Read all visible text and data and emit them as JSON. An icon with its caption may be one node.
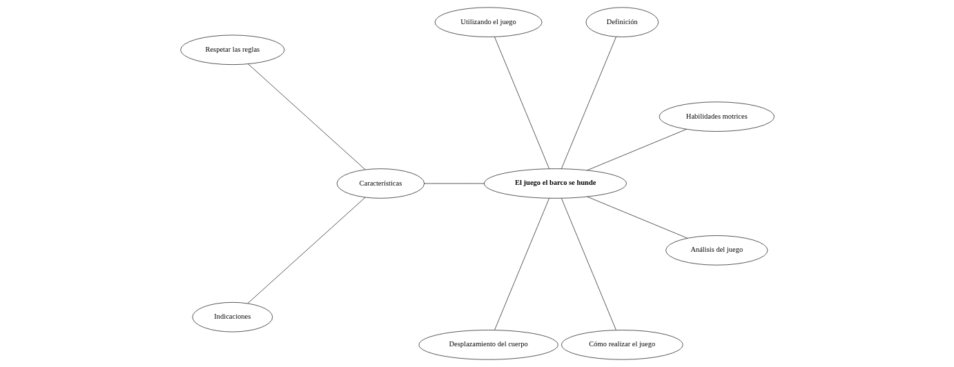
{
  "diagram": {
    "nodes": [
      {
        "text": [
          "El juego el barco se hunde"
        ]
      },
      {
        "text": [
          "Habilidades motrices"
        ]
      },
      {
        "text": [
          "Definición"
        ]
      },
      {
        "text": [
          "Respetar las reglas"
        ]
      },
      {
        "text": [
          "Utilizando el juego"
        ]
      },
      {
        "text": [
          "Características"
        ]
      },
      {
        "text": [
          "Indicaciones"
        ]
      },
      {
        "text": [
          "Desplazamiento del cuerpo"
        ]
      },
      {
        "text": [
          "Cómo realizar el juego"
        ]
      },
      {
        "text": [
          "Análisis del juego"
        ]
      }
    ],
    "edges": [
      {
        "from": 0,
        "to": 1,
        "arrow": "none"
      },
      {
        "from": 0,
        "to": 2,
        "arrow": "none"
      },
      {
        "from": 0,
        "to": 4,
        "arrow": "none"
      },
      {
        "from": 0,
        "to": 5,
        "arrow": "none"
      },
      {
        "from": 5,
        "to": 3,
        "arrow": "none"
      },
      {
        "from": 5,
        "to": 6,
        "arrow": "none"
      },
      {
        "from": 0,
        "to": 7,
        "arrow": "none"
      },
      {
        "from": 0,
        "to": 9,
        "arrow": "none"
      },
      {
        "from": 0,
        "to": 8,
        "arrow": "none"
      }
    ]
  }
}
